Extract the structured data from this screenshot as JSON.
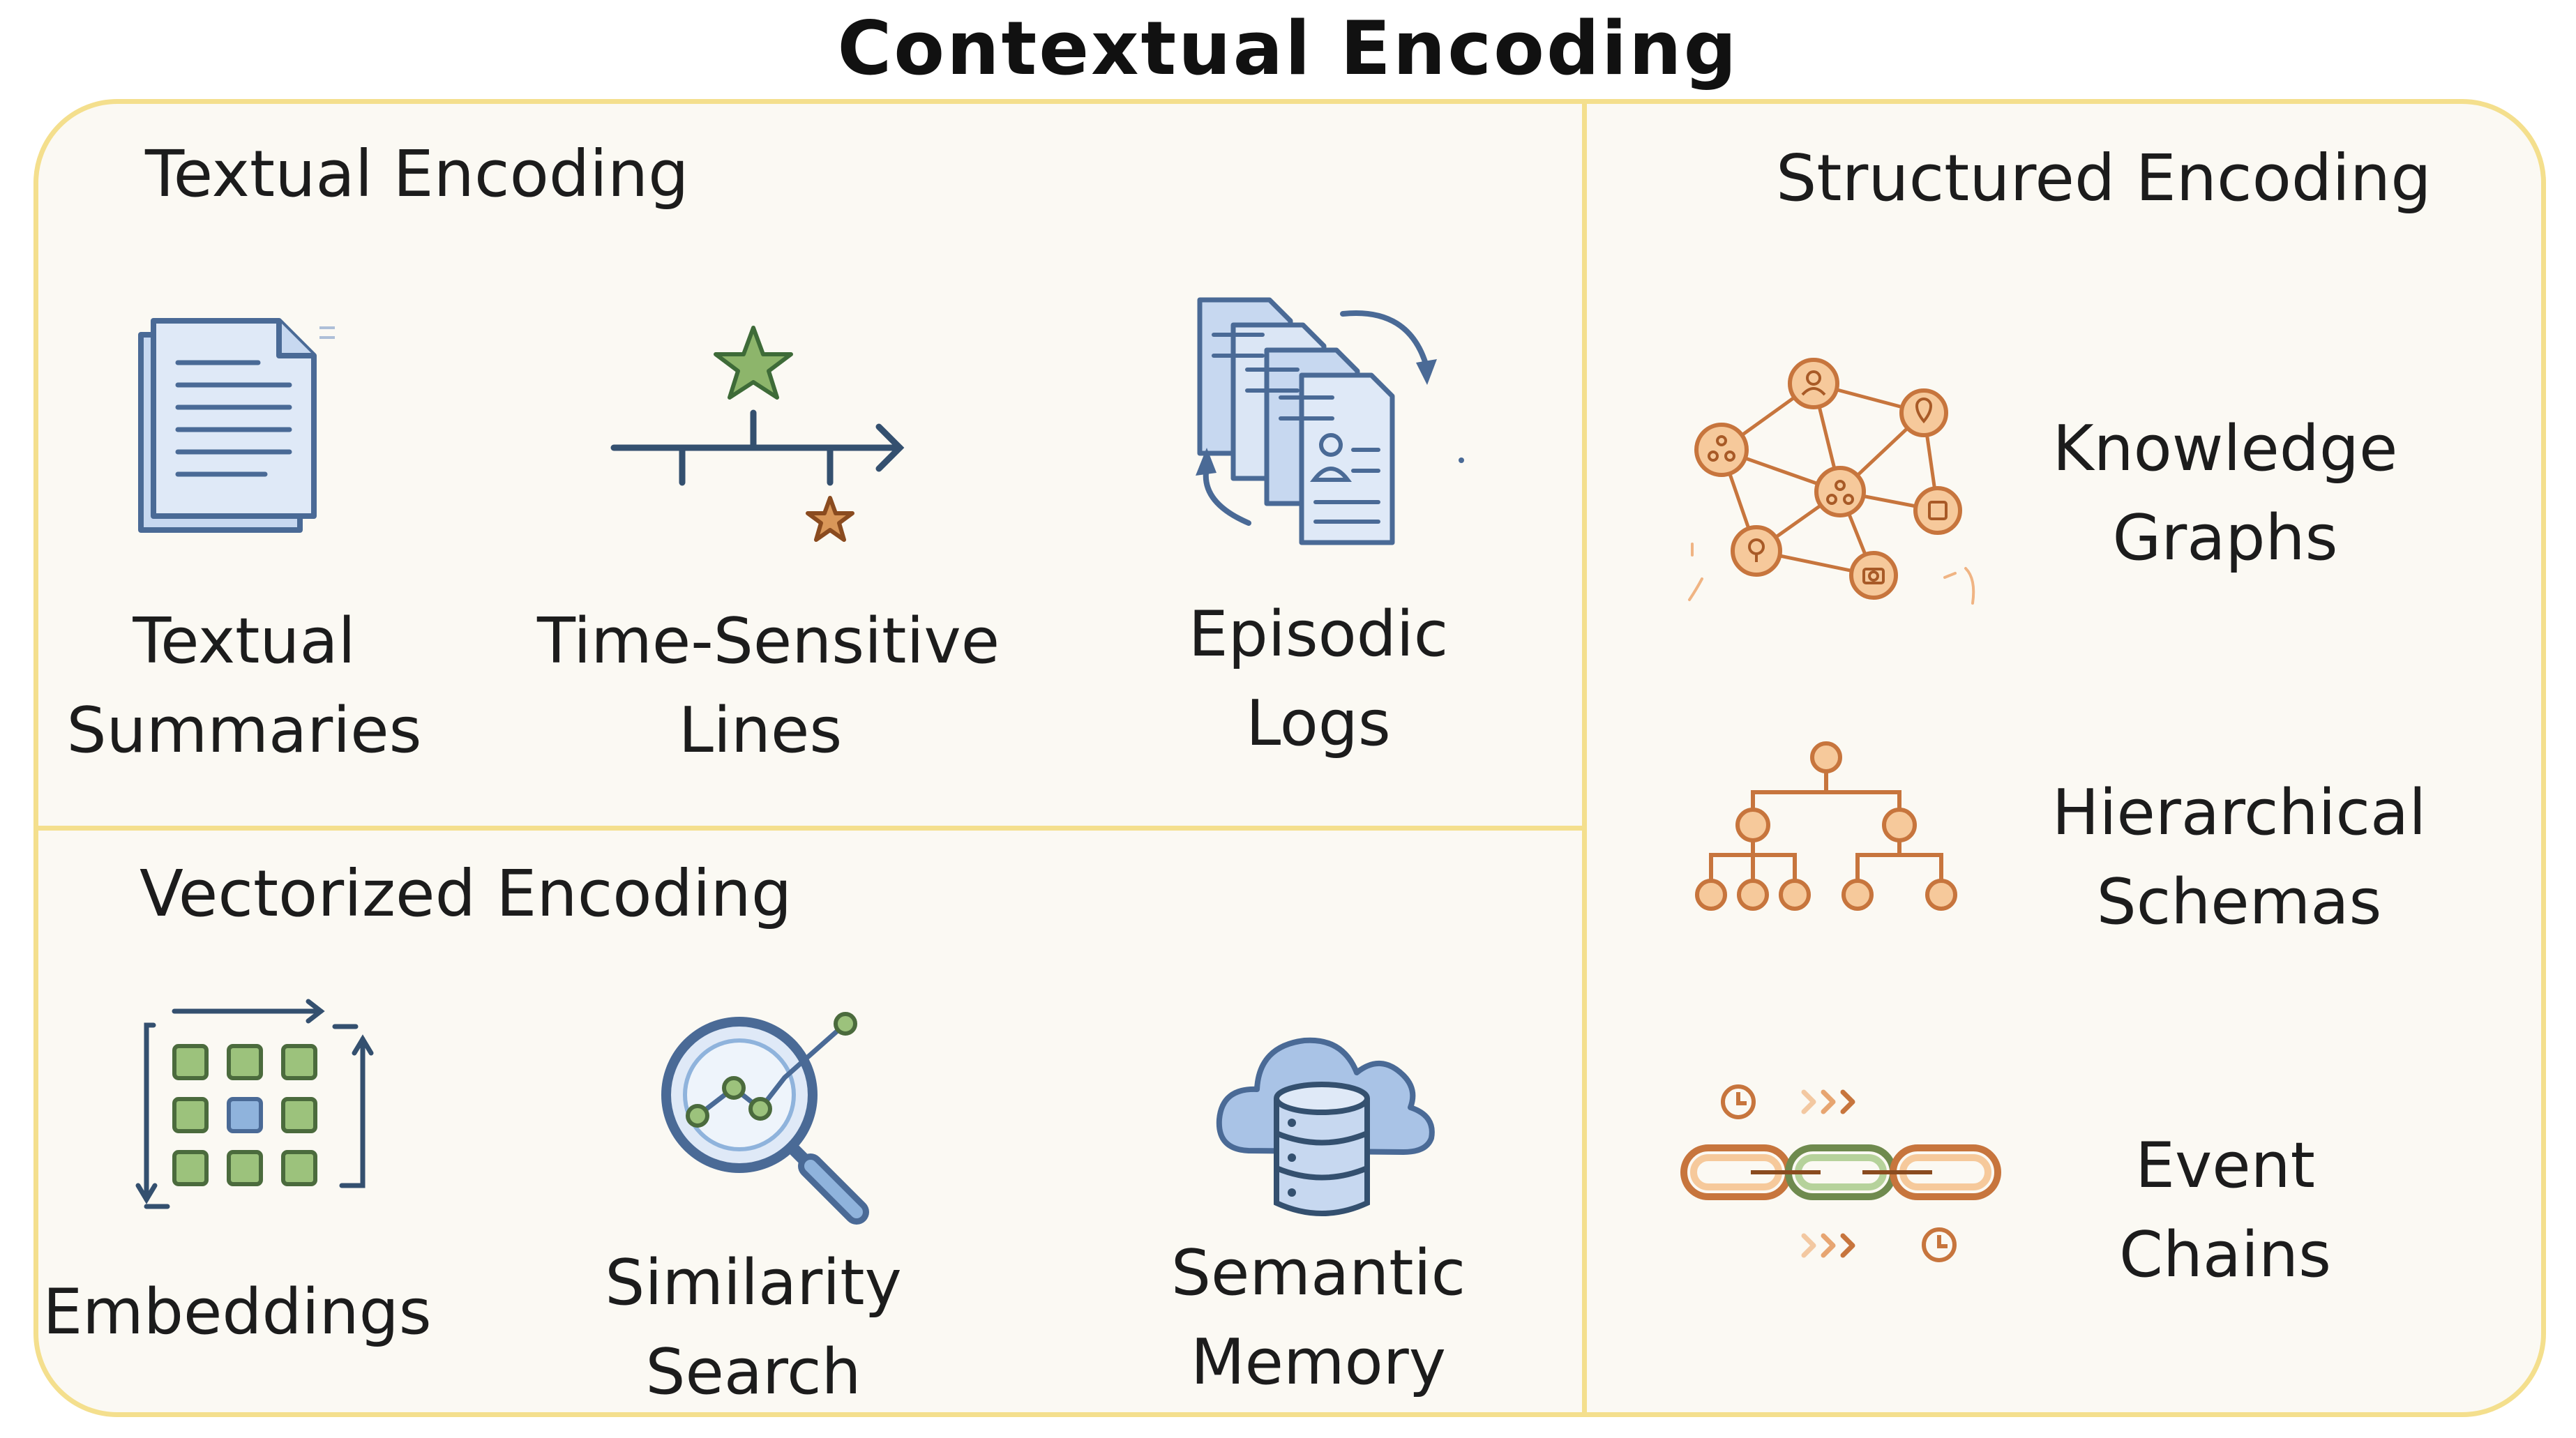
{
  "title": "Contextual Encoding",
  "sections": {
    "textual": {
      "title": "Textual Encoding",
      "items": [
        {
          "icon": "document-icon",
          "label_lines": [
            "Textual",
            "Summaries"
          ]
        },
        {
          "icon": "timeline-icon",
          "label_lines": [
            "Time-Sensitive",
            "Lines"
          ]
        },
        {
          "icon": "episodic-logs-icon",
          "label_lines": [
            "Episodic",
            "Logs"
          ]
        }
      ]
    },
    "vectorized": {
      "title": "Vectorized Encoding",
      "items": [
        {
          "icon": "embedding-grid-icon",
          "label_lines": [
            "Embeddings"
          ]
        },
        {
          "icon": "magnifier-search-icon",
          "label_lines": [
            "Similarity",
            "Search"
          ]
        },
        {
          "icon": "cloud-database-icon",
          "label_lines": [
            "Semantic",
            "Memory"
          ]
        }
      ]
    },
    "structured": {
      "title": "Structured Encoding",
      "items": [
        {
          "icon": "knowledge-graph-icon",
          "label_lines": [
            "Knowledge",
            "Graphs"
          ]
        },
        {
          "icon": "hierarchy-tree-icon",
          "label_lines": [
            "Hierarchical",
            "Schemas"
          ]
        },
        {
          "icon": "chain-link-icon",
          "label_lines": [
            "Event",
            "Chains"
          ]
        }
      ]
    }
  },
  "colors": {
    "border": "#f4df8d",
    "panel_background": "#fbf9f3",
    "blue_stroke": "#4a6a96",
    "blue_fill": "#c7d8f0",
    "green_fill": "#9cc27c",
    "orange_stroke": "#c7753d",
    "orange_fill": "#f6c99b"
  }
}
